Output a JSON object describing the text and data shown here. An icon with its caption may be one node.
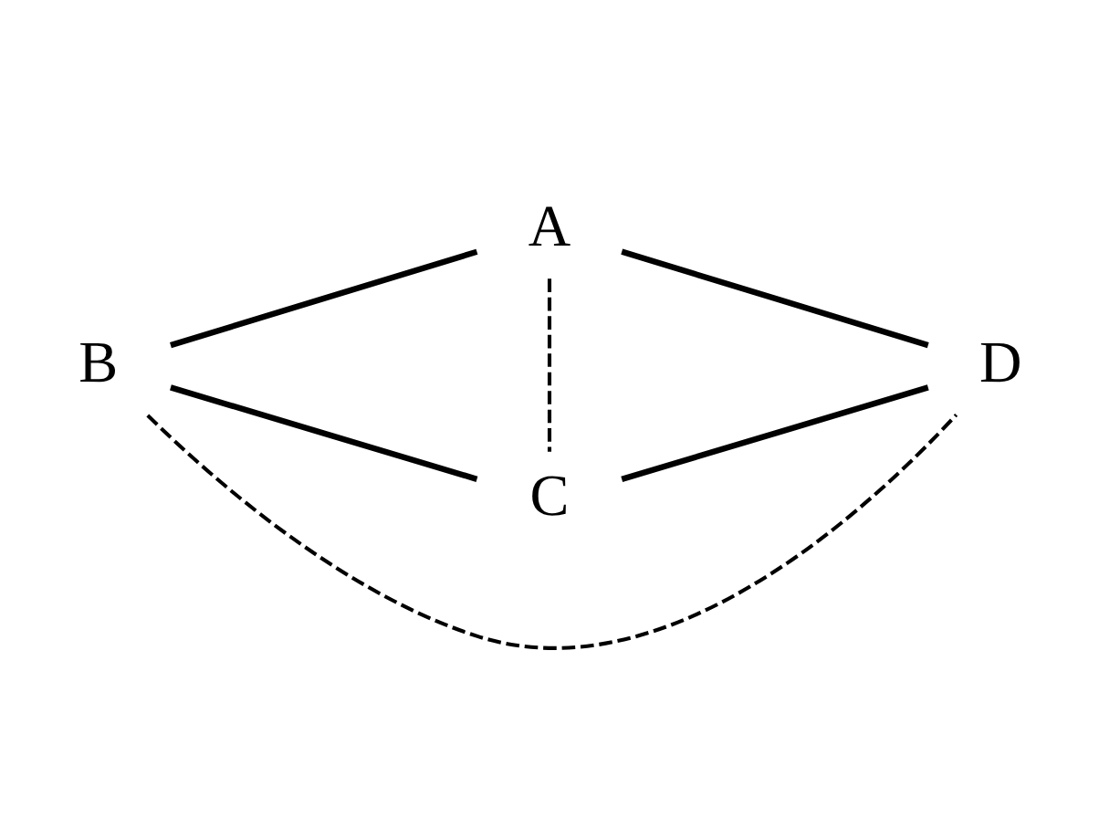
{
  "diagram": {
    "nodes": [
      {
        "text": [
          "A"
        ]
      },
      {
        "text": [
          "B"
        ]
      },
      {
        "text": [
          "D"
        ]
      },
      {
        "text": [
          "C"
        ]
      }
    ],
    "edges": [
      {
        "from": 1,
        "to": 0,
        "arrow": "none"
      },
      {
        "from": 0,
        "to": 2,
        "arrow": "none"
      },
      {
        "from": 1,
        "to": 3,
        "arrow": "none"
      },
      {
        "from": 3,
        "to": 2,
        "arrow": "none"
      },
      {
        "from": 0,
        "to": 3,
        "arrow": "none",
        "style": "dashed"
      },
      {
        "from": 1,
        "to": 2,
        "arrow": "none",
        "style": "dashed"
      }
    ]
  }
}
